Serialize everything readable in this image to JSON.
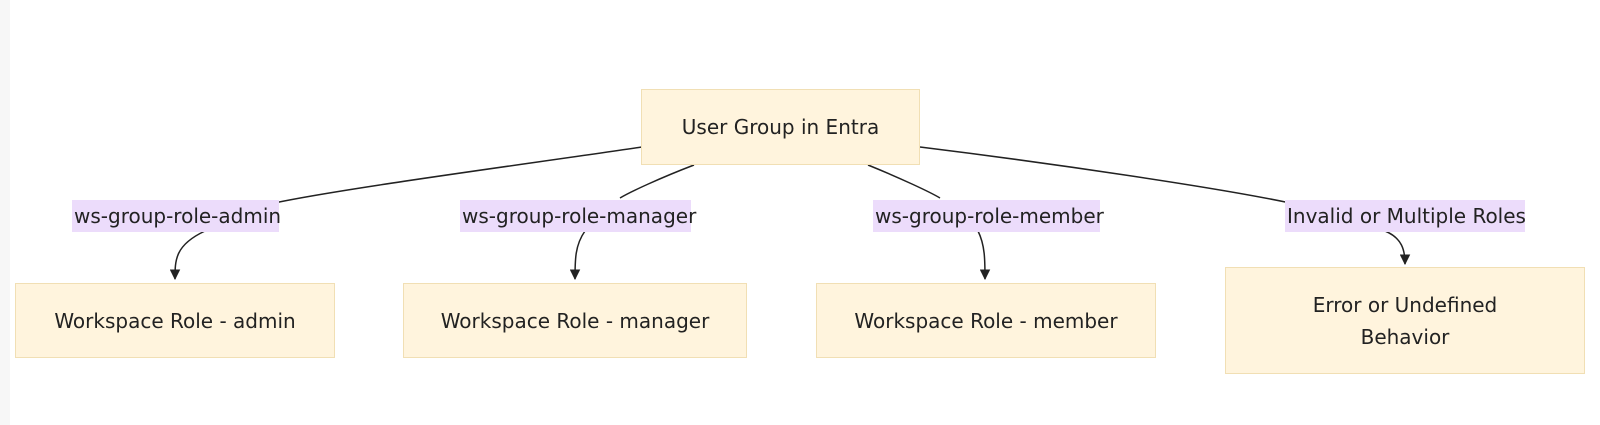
{
  "diagram": {
    "root": {
      "label": "User Group in Entra"
    },
    "edges": [
      {
        "label": "ws-group-role-admin",
        "target": "Workspace Role - admin"
      },
      {
        "label": "ws-group-role-manager",
        "target": "Workspace Role - manager"
      },
      {
        "label": "ws-group-role-member",
        "target": "Workspace Role - member"
      },
      {
        "label": "Invalid or Multiple Roles",
        "target_lines": [
          "Error or Undefined",
          "Behavior"
        ]
      }
    ]
  },
  "colors": {
    "node_fill": "#fff4dd",
    "node_border": "#f1dfb4",
    "label_fill": "#ecdcfb",
    "edge_stroke": "#222222"
  }
}
